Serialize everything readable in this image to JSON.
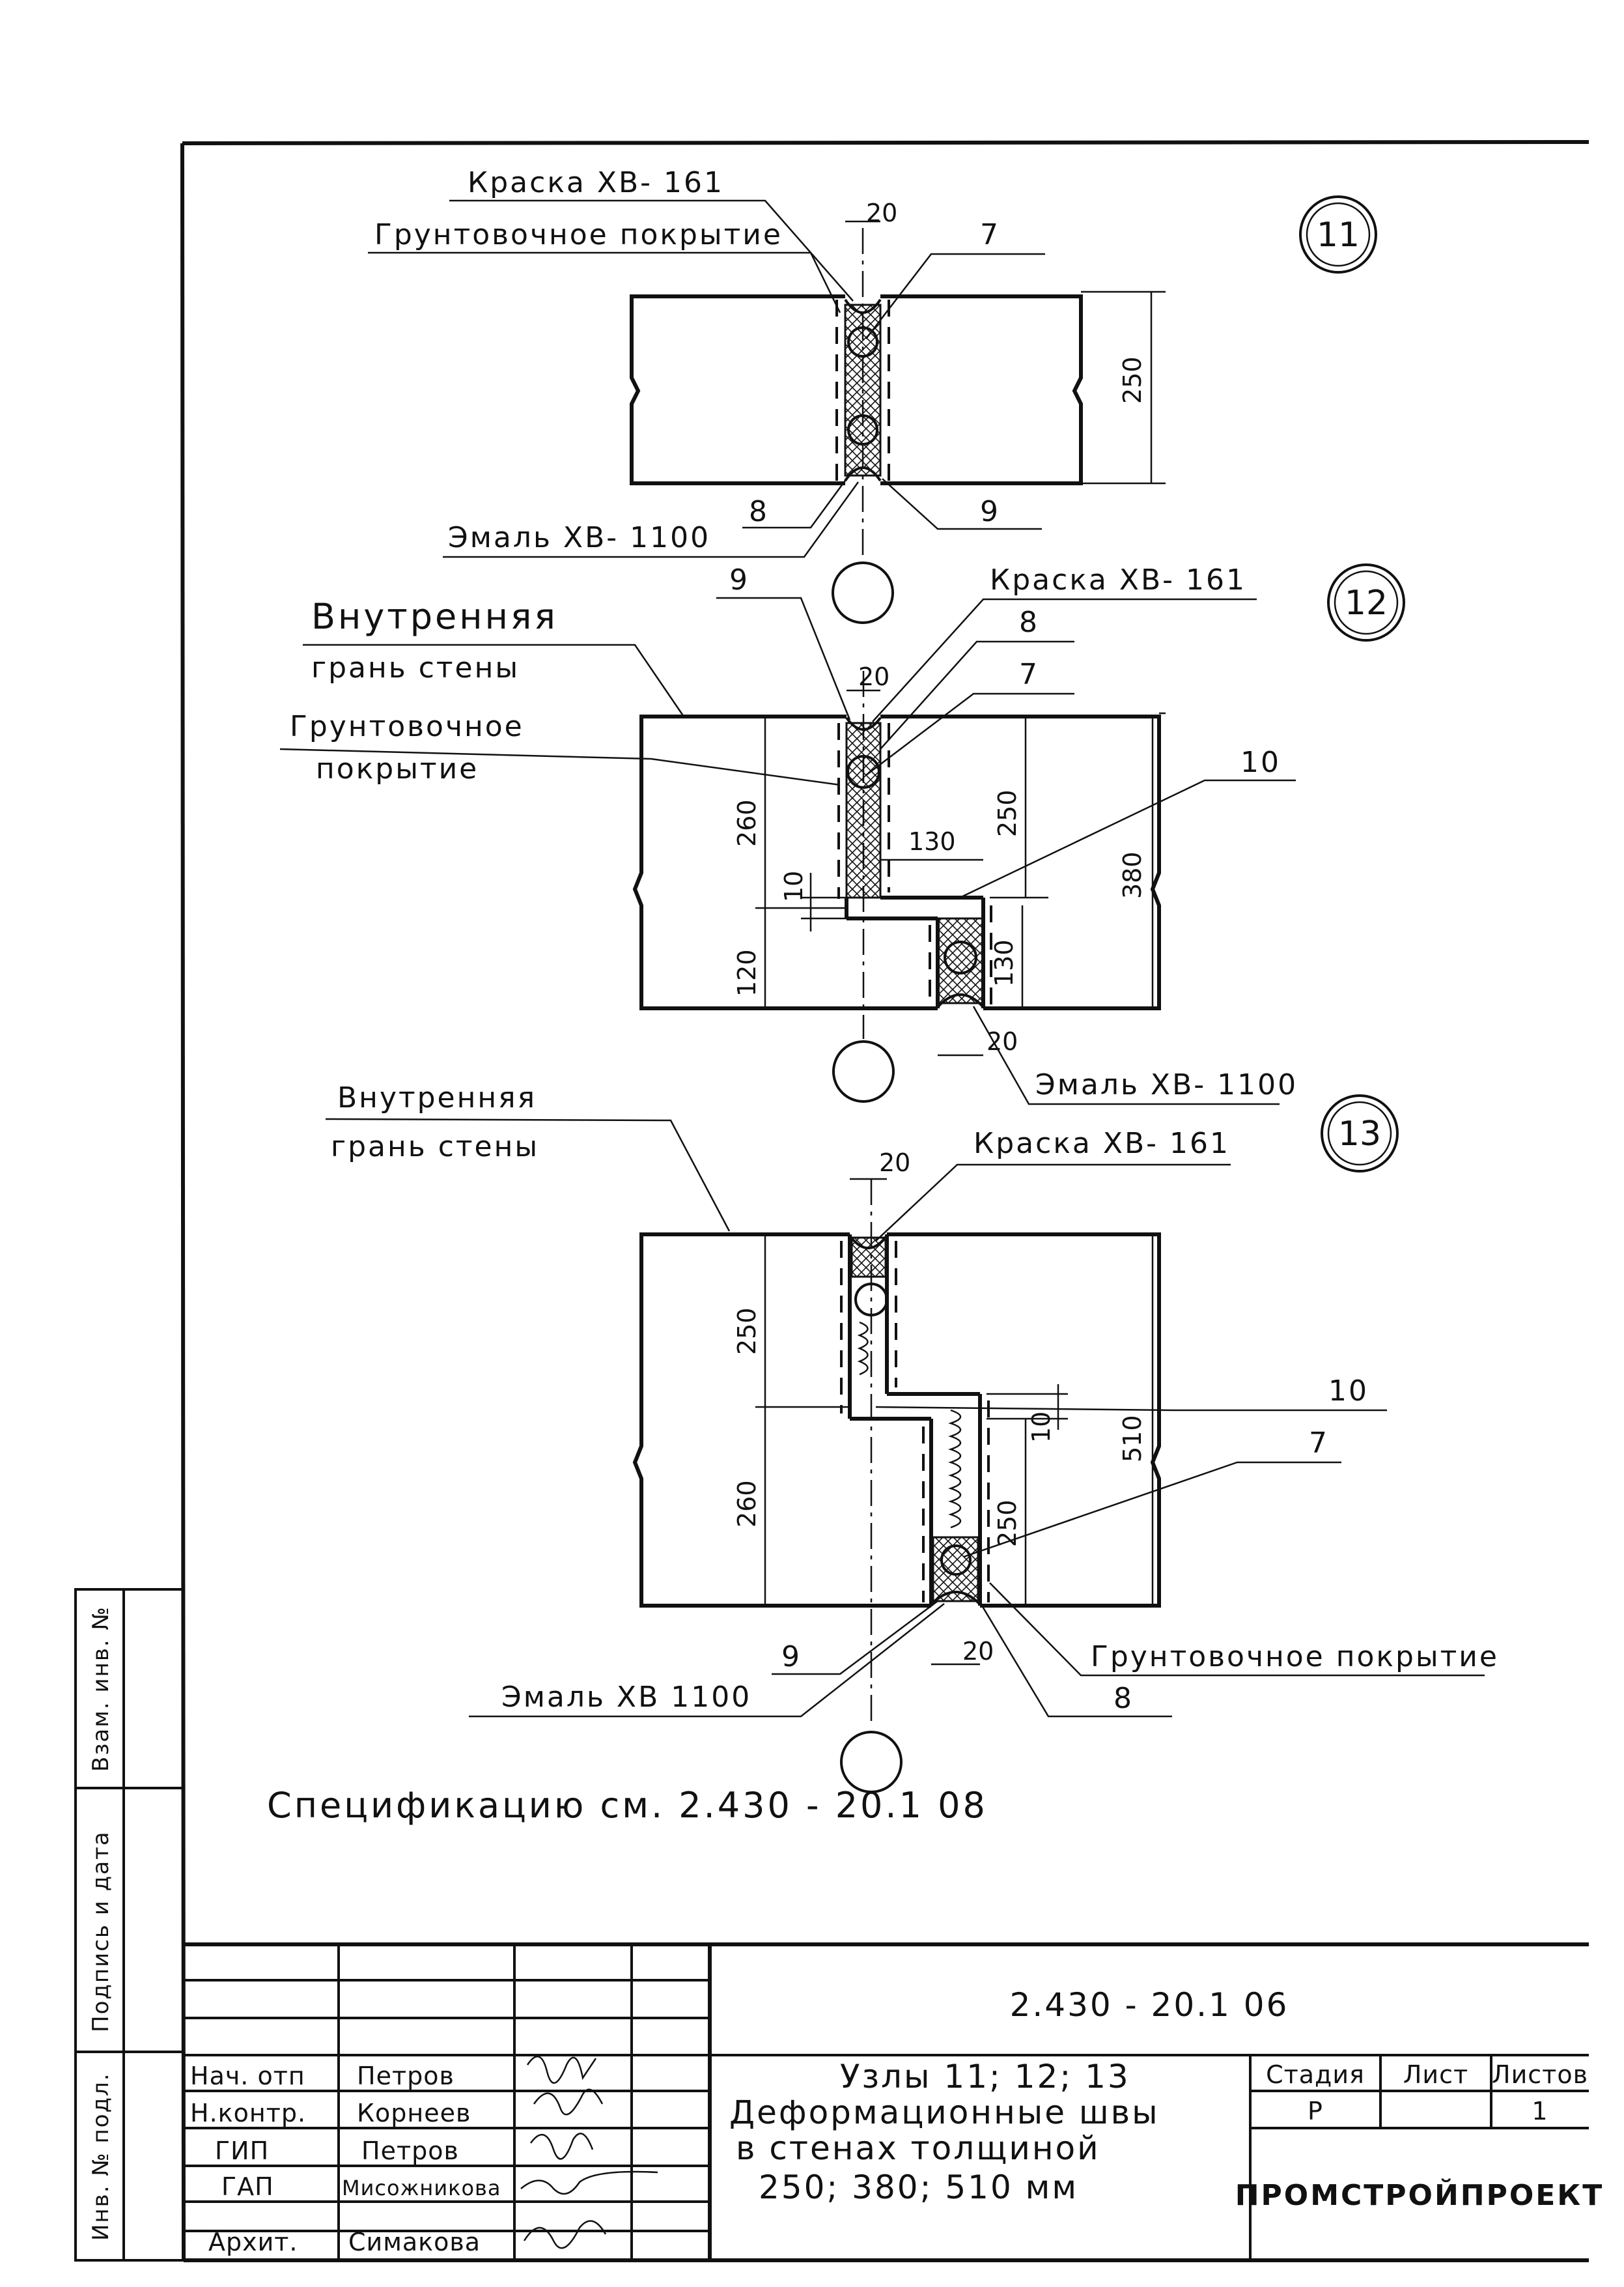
{
  "node11": {
    "id": "11",
    "paint": "Краска  ХВ- 161",
    "primer": "Грунтовочное  покрытие",
    "enamel": "Эмаль  ХВ- 1100",
    "dim_gap": "20",
    "dim_thickness": "250",
    "callout_7": "7",
    "callout_8": "8",
    "callout_9": "9"
  },
  "node12": {
    "id": "12",
    "paint": "Краска  ХВ- 161",
    "inner_face_1": "Внутренняя",
    "inner_face_2": "грань  стены",
    "primer_1": "Грунтовочное",
    "primer_2": "покрытие",
    "enamel": "Эмаль  ХВ- 1100",
    "callout_7": "7",
    "callout_8": "8",
    "callout_9": "9",
    "callout_10": "10",
    "dim_gap_top": "20",
    "dim_gap_bottom": "20",
    "dim_260": "260",
    "dim_250": "250",
    "dim_380": "380",
    "dim_130_h": "130",
    "dim_130_v": "130",
    "dim_10": "10",
    "dim_120": "120"
  },
  "node13": {
    "id": "13",
    "paint": "Краска  ХВ- 161",
    "inner_face_1": "Внутренняя",
    "inner_face_2": "грань  стены",
    "primer": "Грунтовочное  покрытие",
    "enamel": "Эмаль      ХВ 1100",
    "callout_7": "7",
    "callout_8": "8",
    "callout_9": "9",
    "callout_10": "10",
    "dim_gap_top": "20",
    "dim_gap_bottom": "20",
    "dim_250_left": "250",
    "dim_260": "260",
    "dim_10": "10",
    "dim_510": "510",
    "dim_250_right": "250"
  },
  "spec_note": "Спецификацию  см.  2.430 - 20.1  08",
  "side_stamp": {
    "inv_no_podl": "Инв. № подл.",
    "sign_date": "Подпись и дата",
    "vzam_inv": "Взам. инв. №"
  },
  "title_block": {
    "doc_code": "2.430 - 20.1  06",
    "title_1": "Узлы  11; 12; 13",
    "title_2": "Деформационные  швы",
    "title_3": "в  стенах  толщиной",
    "title_4": "250;  380;  510 мм",
    "stage_label": "Стадия",
    "sheet_label": "Лист",
    "sheets_label": "Листов",
    "stage_value": "Р",
    "sheet_value": "",
    "sheets_value": "1",
    "org": "ПРОМСТРОЙПРОЕКТ",
    "roles": [
      {
        "role": "Нач. отп",
        "name": "Петров"
      },
      {
        "role": "Н.контр.",
        "name": "Корнеев"
      },
      {
        "role": "ГИП",
        "name": "Петров"
      },
      {
        "role": "ГАП",
        "name": "Мисожникова"
      },
      {
        "role": "Архит.",
        "name": "Симакова"
      }
    ]
  }
}
